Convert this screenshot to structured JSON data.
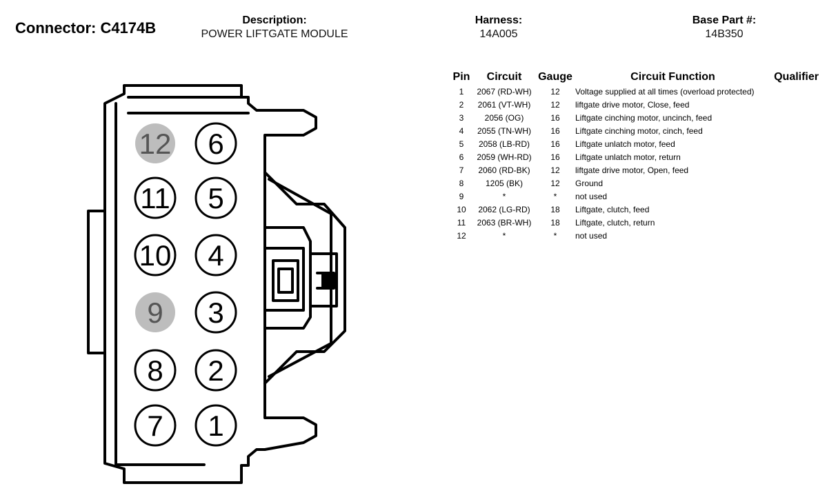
{
  "header": {
    "connector_title": "Connector: C4174B",
    "description_label": "Description:",
    "description_value": "POWER LIFTGATE MODULE",
    "harness_label": "Harness:",
    "harness_value": "14A005",
    "base_part_label": "Base Part #:",
    "base_part_value": "14B350"
  },
  "table": {
    "headers": {
      "pin": "Pin",
      "circuit": "Circuit",
      "gauge": "Gauge",
      "function": "Circuit Function",
      "qualifier": "Qualifier"
    },
    "rows": [
      {
        "pin": "1",
        "circuit": "2067 (RD-WH)",
        "gauge": "12",
        "function": "Voltage supplied at all times (overload protected)",
        "qualifier": ""
      },
      {
        "pin": "2",
        "circuit": "2061 (VT-WH)",
        "gauge": "12",
        "function": "liftgate drive motor, Close, feed",
        "qualifier": ""
      },
      {
        "pin": "3",
        "circuit": "2056 (OG)",
        "gauge": "16",
        "function": "Liftgate cinching motor, uncinch, feed",
        "qualifier": ""
      },
      {
        "pin": "4",
        "circuit": "2055 (TN-WH)",
        "gauge": "16",
        "function": "Liftgate cinching motor, cinch, feed",
        "qualifier": ""
      },
      {
        "pin": "5",
        "circuit": "2058 (LB-RD)",
        "gauge": "16",
        "function": "Liftgate unlatch motor, feed",
        "qualifier": ""
      },
      {
        "pin": "6",
        "circuit": "2059 (WH-RD)",
        "gauge": "16",
        "function": "Liftgate unlatch motor, return",
        "qualifier": ""
      },
      {
        "pin": "7",
        "circuit": "2060 (RD-BK)",
        "gauge": "12",
        "function": "liftgate drive motor, Open, feed",
        "qualifier": ""
      },
      {
        "pin": "8",
        "circuit": "1205 (BK)",
        "gauge": "12",
        "function": "Ground",
        "qualifier": ""
      },
      {
        "pin": "9",
        "circuit": "*",
        "gauge": "*",
        "function": "not used",
        "qualifier": ""
      },
      {
        "pin": "10",
        "circuit": "2062 (LG-RD)",
        "gauge": "18",
        "function": "Liftgate, clutch, feed",
        "qualifier": ""
      },
      {
        "pin": "11",
        "circuit": "2063 (BR-WH)",
        "gauge": "18",
        "function": "Liftgate, clutch, return",
        "qualifier": ""
      },
      {
        "pin": "12",
        "circuit": "*",
        "gauge": "*",
        "function": "not used",
        "qualifier": ""
      }
    ]
  },
  "connector": {
    "pins_left_column": [
      {
        "number": "12",
        "unused": true
      },
      {
        "number": "11",
        "unused": false
      },
      {
        "number": "10",
        "unused": false
      },
      {
        "number": "9",
        "unused": true
      },
      {
        "number": "8",
        "unused": false
      },
      {
        "number": "7",
        "unused": false
      }
    ],
    "pins_right_column": [
      {
        "number": "6",
        "unused": false
      },
      {
        "number": "5",
        "unused": false
      },
      {
        "number": "4",
        "unused": false
      },
      {
        "number": "3",
        "unused": false
      },
      {
        "number": "2",
        "unused": false
      },
      {
        "number": "1",
        "unused": false
      }
    ],
    "colors": {
      "unused_pin_fill": "#bdbdbd",
      "unused_pin_text": "#555555",
      "outline": "#000000"
    }
  }
}
